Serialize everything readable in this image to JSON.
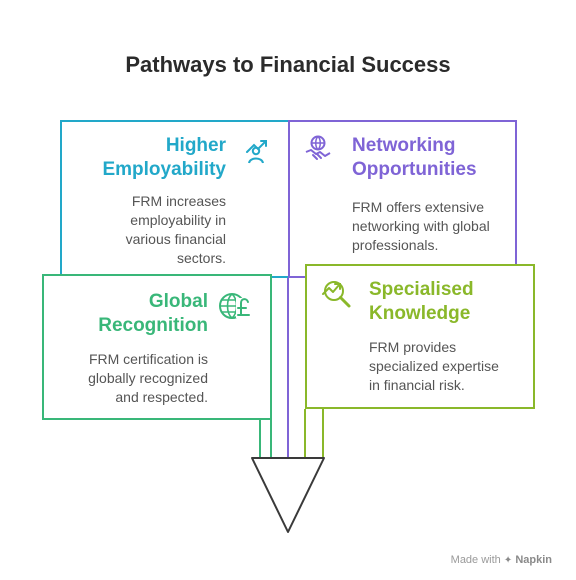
{
  "title": "Pathways to Financial Success",
  "cards": {
    "employability": {
      "heading_line1": "Higher",
      "heading_line2": "Employability",
      "body_line1": "FRM increases",
      "body_line2": "employability in",
      "body_line3": "various financial",
      "body_line4": "sectors.",
      "color": "#22a8c9",
      "icon": "growth-person-icon"
    },
    "networking": {
      "heading_line1": "Networking",
      "heading_line2": "Opportunities",
      "body_line1": "FRM offers extensive",
      "body_line2": "networking with global",
      "body_line3": "professionals.",
      "color": "#7f64d6",
      "icon": "handshake-globe-icon"
    },
    "global": {
      "heading_line1": "Global",
      "heading_line2": "Recognition",
      "body_line1": "FRM certification is",
      "body_line2": "globally recognized",
      "body_line3": "and respected.",
      "color": "#39b779",
      "icon": "globe-currency-icon"
    },
    "specialised": {
      "heading_line1": "Specialised",
      "heading_line2": "Knowledge",
      "body_line1": "FRM provides",
      "body_line2": "specialized expertise",
      "body_line3": "in financial risk.",
      "color": "#8ab82a",
      "icon": "magnify-chart-icon"
    }
  },
  "footer": {
    "prefix": "Made with",
    "brand": "Napkin"
  }
}
